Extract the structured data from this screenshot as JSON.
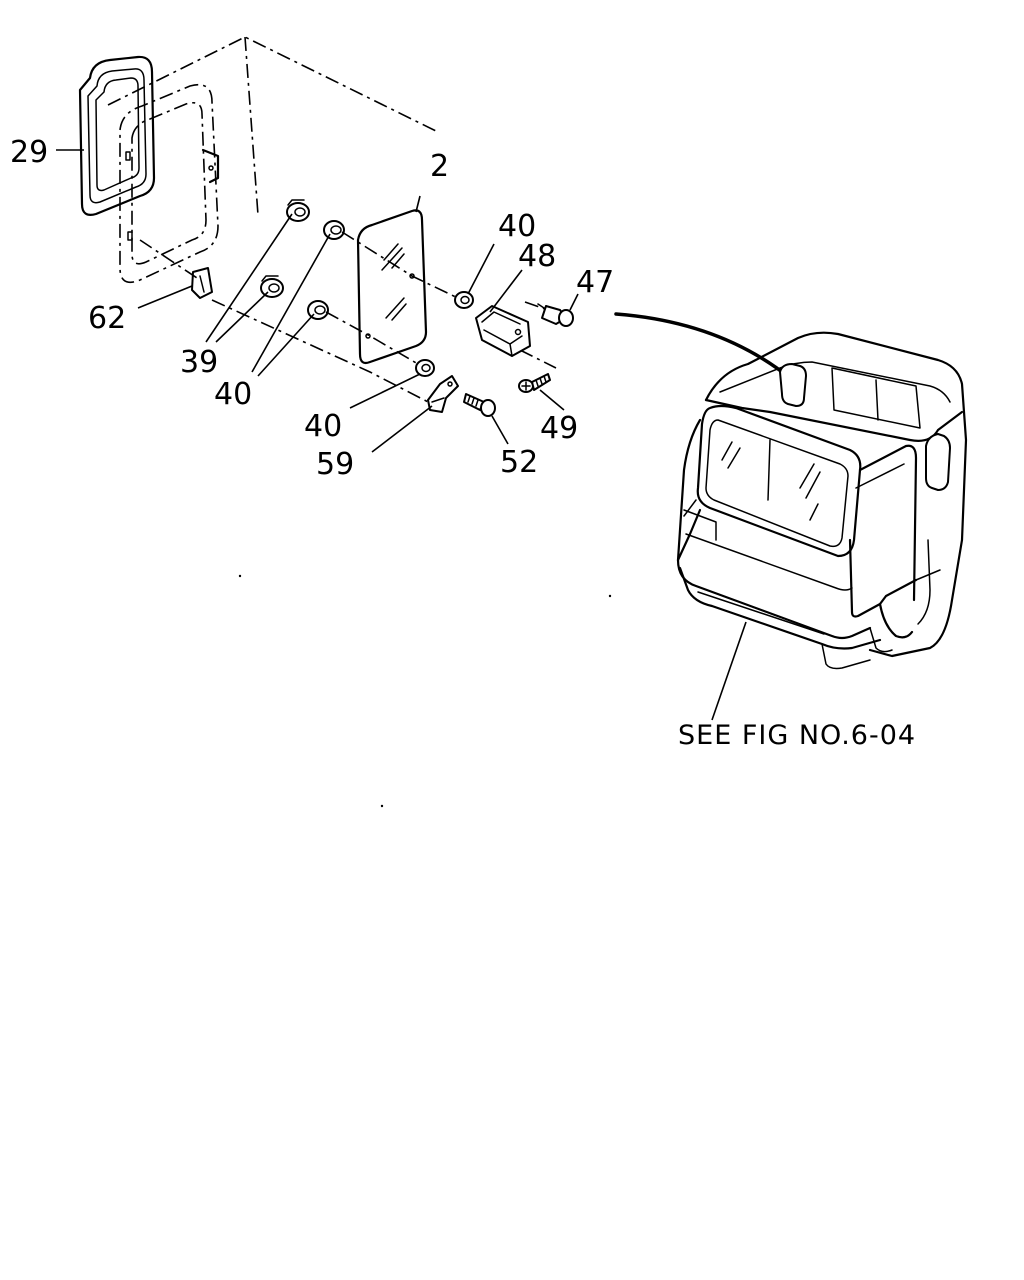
{
  "callouts": {
    "c29": "29",
    "c2": "2",
    "c62": "62",
    "c39": "39",
    "c40a": "40",
    "c40b": "40",
    "c40c": "40",
    "c48": "48",
    "c47": "47",
    "c59": "59",
    "c52": "52",
    "c49": "49"
  },
  "reference": "SEE FIG NO.6-04"
}
